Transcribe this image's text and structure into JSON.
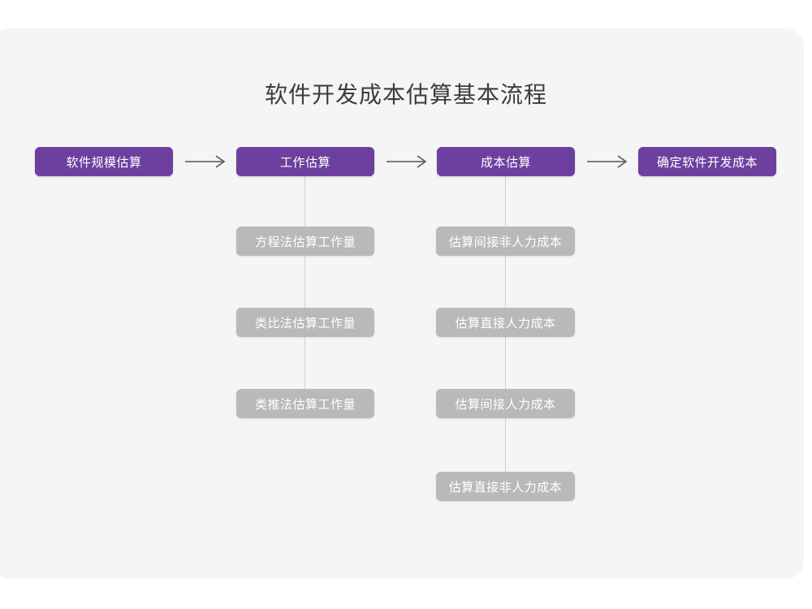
{
  "page": {
    "title": "软件开发成本估算基本流程",
    "background_color": "#ffffff",
    "card_color": "#f5f5f5"
  },
  "theme": {
    "primary_color": "#6d3f9e",
    "secondary_color": "#b9b9b9",
    "connector_color": "#cfcfcf",
    "arrow_color": "#555555",
    "title_color": "#3c3c3c",
    "node_text_color": "#ffffff"
  },
  "flow": {
    "stages": [
      {
        "id": "stage-1",
        "label": "软件规模估算",
        "type": "primary",
        "substeps": []
      },
      {
        "id": "stage-2",
        "label": "工作估算",
        "type": "primary",
        "substeps": [
          {
            "id": "stage-2-sub-1",
            "label": "方程法估算工作量"
          },
          {
            "id": "stage-2-sub-2",
            "label": "类比法估算工作量"
          },
          {
            "id": "stage-2-sub-3",
            "label": "类推法估算工作量"
          }
        ]
      },
      {
        "id": "stage-3",
        "label": "成本估算",
        "type": "primary",
        "substeps": [
          {
            "id": "stage-3-sub-1",
            "label": "估算间接非人力成本"
          },
          {
            "id": "stage-3-sub-2",
            "label": "估算直接人力成本"
          },
          {
            "id": "stage-3-sub-3",
            "label": "估算间接人力成本"
          },
          {
            "id": "stage-3-sub-4",
            "label": "估算直接非人力成本"
          }
        ]
      },
      {
        "id": "stage-4",
        "label": "确定软件开发成本",
        "type": "primary",
        "substeps": []
      }
    ],
    "connectors": [
      {
        "id": "arrow-1",
        "from": "stage-1",
        "to": "stage-2",
        "glyph": "arrow-right-icon"
      },
      {
        "id": "arrow-2",
        "from": "stage-2",
        "to": "stage-3",
        "glyph": "arrow-right-icon"
      },
      {
        "id": "arrow-3",
        "from": "stage-3",
        "to": "stage-4",
        "glyph": "arrow-right-icon"
      }
    ]
  }
}
